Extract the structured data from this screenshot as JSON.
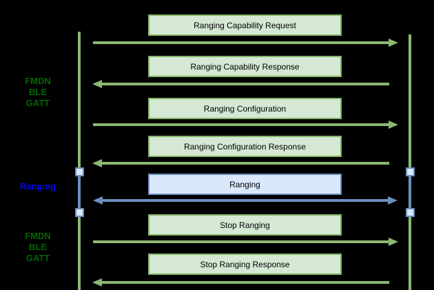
{
  "diagram_type": "sequence-diagram",
  "colors": {
    "background": "#000000",
    "green_box_fill": "#d5e8d4",
    "green_box_border": "#82b366",
    "green_arrow": "#8cb872",
    "blue_box_fill": "#dae8fc",
    "blue_box_border": "#6c8ebf",
    "phase_green_text": "#006600",
    "phase_blue_text": "#0000ff",
    "message_text": "#000000"
  },
  "phases": [
    {
      "lines": [
        "FMDN",
        "BLE",
        "GATT"
      ],
      "style": "green"
    },
    {
      "lines": [
        "Ranging"
      ],
      "style": "blue"
    },
    {
      "lines": [
        "FMDN",
        "BLE",
        "GATT"
      ],
      "style": "green"
    }
  ],
  "messages": [
    {
      "label": "Ranging Capability Request",
      "direction": "right",
      "style": "green"
    },
    {
      "label": "Ranging Capability Response",
      "direction": "left",
      "style": "green"
    },
    {
      "label": "Ranging Configuration",
      "direction": "right",
      "style": "green"
    },
    {
      "label": "Ranging Configuration Response",
      "direction": "left",
      "style": "green"
    },
    {
      "label": "Ranging",
      "direction": "bidirectional",
      "style": "blue"
    },
    {
      "label": "Stop Ranging",
      "direction": "right",
      "style": "green"
    },
    {
      "label": "Stop Ranging Response",
      "direction": "left",
      "style": "green"
    }
  ]
}
